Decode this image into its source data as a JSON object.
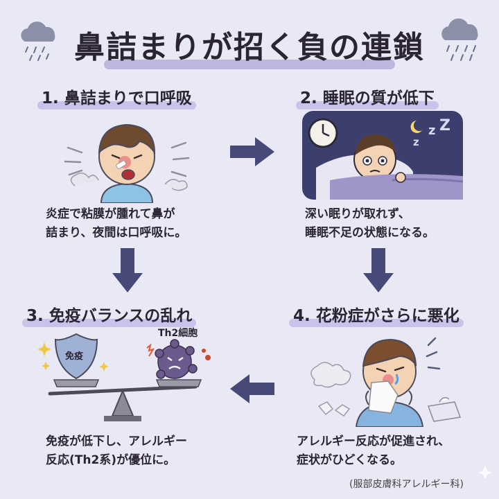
{
  "title": "鼻詰まりが招く負の連鎖",
  "steps": [
    {
      "heading": "1. 鼻詰まりで口呼吸",
      "desc_line1": "炎症で粘膜が腫れて鼻が",
      "desc_line2": "詰まり、夜間は口呼吸に。"
    },
    {
      "heading": "2. 睡眠の質が低下",
      "desc_line1": "深い眠りが取れず、",
      "desc_line2": "睡眠不足の状態になる。"
    },
    {
      "heading": "3. 免疫バランスの乱れ",
      "desc_line1": "免疫が低下し、アレルギー",
      "desc_line2": "反応(Th2系)が優位に。",
      "shield_label": "免疫",
      "cell_label": "Th2細胞"
    },
    {
      "heading": "4. 花粉症がさらに悪化",
      "desc_line1": "アレルギー反応が促進され、",
      "desc_line2": "症状がひどくなる。"
    }
  ],
  "source": "(服部皮膚科アレルギー科)",
  "colors": {
    "background": "#e9e8f5",
    "highlight": "#c9c2ea",
    "arrow": "#474a78",
    "text": "#2a2433"
  }
}
